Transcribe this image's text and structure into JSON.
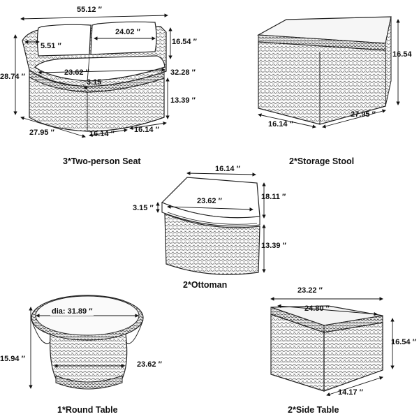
{
  "products": {
    "seat": {
      "caption": "3*Two-person Seat",
      "dims": {
        "width": "55.12",
        "back_length": "24.02",
        "back_height": "16.54",
        "arm": "5.51",
        "depth": "23.62",
        "total_height": "28.74",
        "seat_height": "13.39",
        "seat_depth": "32.28",
        "cushion": "3.15",
        "side": "27.95",
        "front_a": "16.14",
        "front_b": "16.14"
      }
    },
    "stool": {
      "caption": "2*Storage Stool",
      "dims": {
        "height": "16.54",
        "width": "16.14",
        "length": "27.95"
      }
    },
    "ottoman": {
      "caption": "2*Ottoman",
      "dims": {
        "top_back": "16.14",
        "top_front": "23.62",
        "depth": "18.11",
        "cushion": "3.15",
        "height": "13.39"
      }
    },
    "round_table": {
      "caption": "1*Round Table",
      "dims": {
        "diameter": "dia: 31.89",
        "height": "15.94",
        "base": "23.62"
      }
    },
    "side_table": {
      "caption": "2*Side Table",
      "dims": {
        "top_width": "23.22",
        "top_depth": "24.80",
        "height": "16.54",
        "bottom": "14.17"
      }
    }
  },
  "inch_mark": "″"
}
